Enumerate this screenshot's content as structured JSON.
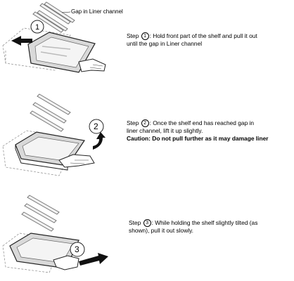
{
  "gap_label": "Gap in Liner channel",
  "steps": [
    {
      "prefix": "Step",
      "number": "1",
      "lines": [
        ": Hold front part of the shelf and pull it out",
        "until the gap in Liner channel"
      ]
    },
    {
      "prefix": "Step",
      "number": "2",
      "lines": [
        ": Once the shelf end has reached gap in",
        "liner channel, lift it up slightly."
      ],
      "caution": "Caution: Do not pull further as it may damage liner"
    },
    {
      "prefix": "Step",
      "number": "3",
      "lines": [
        ": While holding the shelf slightly tilted (as",
        "shown), pull it out slowly."
      ]
    }
  ],
  "callouts": [
    "1",
    "2",
    "3"
  ]
}
